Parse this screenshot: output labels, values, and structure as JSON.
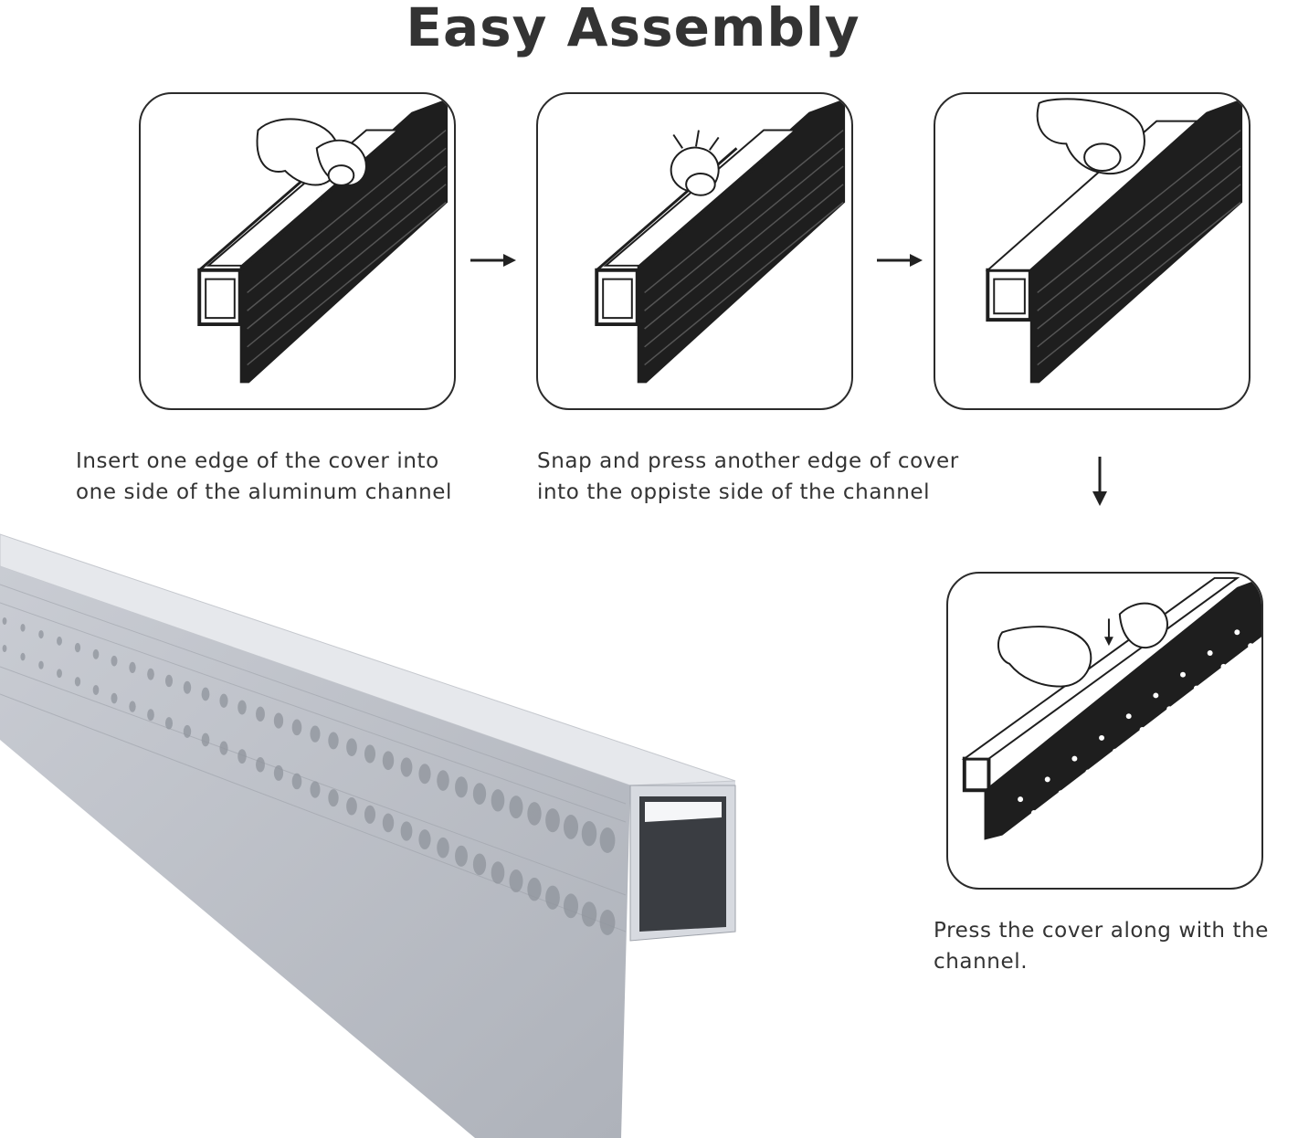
{
  "title": "Easy Assembly",
  "steps": [
    {
      "icon": "insert-cover-illustration"
    },
    {
      "icon": "snap-cover-illustration"
    },
    {
      "icon": "press-cover-illustration"
    },
    {
      "icon": "press-along-channel-illustration"
    }
  ],
  "captions": {
    "step1_line1": "Insert one edge of the cover into",
    "step1_line2": "one side of the aluminum channel",
    "step2_line1": "Snap and press another edge of cover",
    "step2_line2": "into the oppiste side of the channel",
    "step3_line1": "Press the cover along with the",
    "step3_line2": "channel."
  },
  "colors": {
    "text": "#333333",
    "profile_dark": "#1e1e1e",
    "aluminum": "#b8bcc4",
    "aluminum_light": "#dfe2e7",
    "border": "#2b2b2b"
  }
}
